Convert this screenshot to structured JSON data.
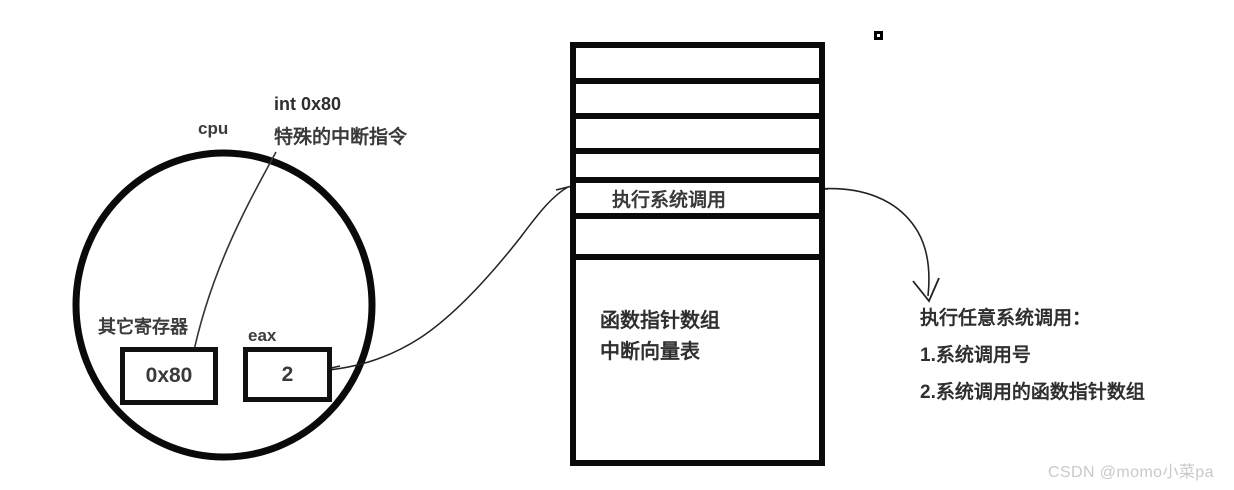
{
  "diagram": {
    "cpu": {
      "label": "cpu",
      "instruction_label": "int 0x80",
      "instruction_desc": "特殊的中断指令",
      "other_register_label": "其它寄存器",
      "other_register_value": "0x80",
      "eax_label": "eax",
      "eax_value": "2"
    },
    "memory_table": {
      "rows": [
        "",
        "",
        "",
        "",
        "执行系统调用",
        ""
      ],
      "highlight_row_index": 4,
      "body_lines": [
        "函数指针数组",
        "中断向量表"
      ]
    },
    "right_note": {
      "lines": [
        "执行任意系统调用：",
        "1.系统调用号",
        "2.系统调用的函数指针数组"
      ]
    },
    "watermark": "CSDN @momo小菜pa",
    "colors": {
      "stroke": "#0a0a0a",
      "text": "#3a3a3a",
      "background": "#ffffff",
      "watermark": "#c9c9c9"
    }
  }
}
